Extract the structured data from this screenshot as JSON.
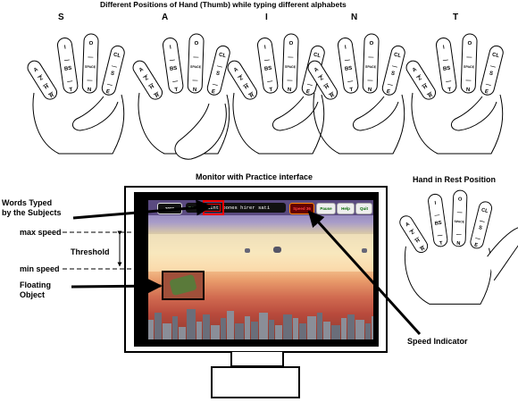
{
  "top_title": "Different Positions of Hand (Thumb) while typing different alphabets",
  "letters": [
    "S",
    "A",
    "I",
    "N",
    "T"
  ],
  "finger_labels": {
    "f1": [
      "A",
      "Z",
      "H",
      "R"
    ],
    "f2": [
      "I",
      "BS",
      "T"
    ],
    "f3": [
      "O",
      "SPACE",
      "N"
    ],
    "f4": [
      "CL",
      "S",
      "E"
    ]
  },
  "monitor_title": "Monitor with Practice interface",
  "rest_title": "Hand in Rest Position",
  "game": {
    "score": "2009",
    "word_typed": "mons",
    "word_current": "saint",
    "word_queue": "bones hirer sati",
    "speed_value": "Speed 36",
    "pause": "Pause",
    "help": "Help",
    "quit": "Quit"
  },
  "annotations": {
    "words_typed": "Words Typed\nby the Subjects",
    "max_speed": "max speed",
    "threshold": "Threshold",
    "min_speed": "min speed",
    "floating_object": "Floating\nObject",
    "speed_indicator": "Speed Indicator"
  }
}
